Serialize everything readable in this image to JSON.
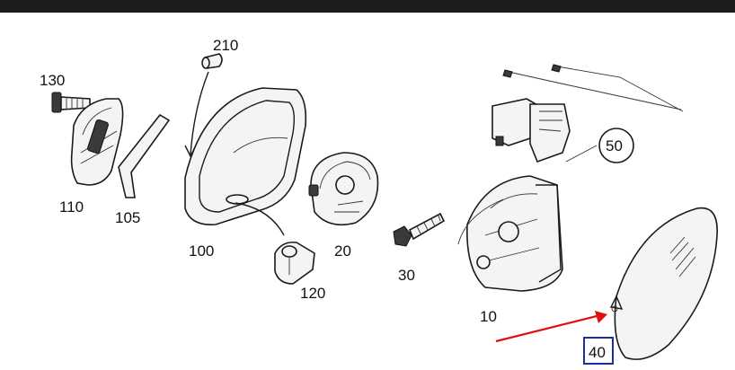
{
  "callouts": [
    {
      "id": "210",
      "text": "210"
    },
    {
      "id": "130",
      "text": "130"
    },
    {
      "id": "110",
      "text": "110"
    },
    {
      "id": "105",
      "text": "105"
    },
    {
      "id": "100",
      "text": "100"
    },
    {
      "id": "20",
      "text": "20"
    },
    {
      "id": "120",
      "text": "120"
    },
    {
      "id": "30",
      "text": "30"
    },
    {
      "id": "10",
      "text": "10"
    },
    {
      "id": "50",
      "text": "50"
    },
    {
      "id": "40",
      "text": "40"
    }
  ],
  "colors": {
    "highlight_box": "#1a2fa0",
    "arrow": "#e01010",
    "topbar": "#1c1c1c"
  },
  "highlighted_part": "40",
  "icons": [
    "red-arrow-icon"
  ]
}
